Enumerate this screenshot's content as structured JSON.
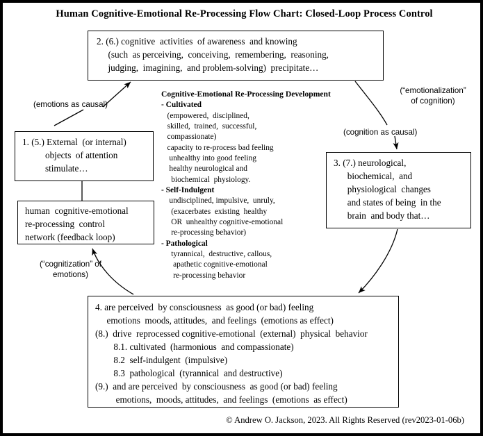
{
  "title": "Human  Cognitive-Emotional  Re-Processing Flow Chart:  Closed-Loop Process Control",
  "nodes": {
    "cognitive_activities": {
      "lines": [
        "2. (6.) cognitive  activities  of awareness  and knowing",
        "     (such  as perceiving,  conceiving,  remembering,  reasoning,",
        "     judging,  imagining,  and problem-solving)  precipitate…"
      ]
    },
    "external_objects": {
      "lines": [
        "1. (5.) External  (or internal)",
        "          objects  of attention",
        "          stimulate…"
      ]
    },
    "feedback_network": {
      "lines": [
        "human  cognitive-emotional",
        "re-processing  control",
        "network (feedback loop)"
      ]
    },
    "neurological_changes": {
      "lines": [
        "3. (7.) neurological,",
        "      biochemical,  and",
        "      physiological  changes",
        "      and states of being  in the",
        "      brain  and body that…"
      ]
    },
    "perceived_by_consciousness": {
      "lines": [
        "4. are perceived  by consciousness  as good (or bad) feeling",
        "     emotions  moods, attitudes,  and feelings  (emotions as effect)",
        "(8.)  drive  reprocessed cognitive-emotional  (external)  physical  behavior",
        "        8.1. cultivated  (harmonious  and compassionate)",
        "        8.2  self-indulgent  (impulsive)",
        "        8.3  pathological  (tyrannical  and destructive)",
        "(9.)  and are perceived  by consciousness  as good (or bad) feeling",
        "         emotions,  moods, attitudes,  and feelings  (emotions  as effect)"
      ]
    }
  },
  "development": {
    "header": "Cognitive-Emotional  Re-Processing Development",
    "categories": [
      {
        "name": "- Cultivated",
        "lines": [
          "   (empowered,  disciplined,",
          "   skilled,  trained,  successful,",
          "   compassionate)",
          "   capacity to re-process bad feeling",
          "    unhealthy into good feeling",
          "    healthy neurological and",
          "     biochemical  physiology."
        ]
      },
      {
        "name": "- Self-Indulgent",
        "lines": [
          "    undisciplined, impulsive,  unruly,",
          "     (exacerbates  existing  healthy",
          "     OR  unhealthy cognitive-emotional",
          "     re-processing behavior)"
        ]
      },
      {
        "name": "- Pathological",
        "lines": [
          "     tyrannical,  destructive, callous,",
          "      apathetic cognitive-emotional",
          "      re-processing behavior"
        ]
      }
    ]
  },
  "labels": {
    "emotions_as_causal": "(emotions as causal)",
    "cognitization_of_emotions": "(“cognitization” of\nemotions)",
    "emotionalization_of_cognition": "(“emotionalization”\nof cognition)",
    "cognition_as_causal": "(cognition as causal)"
  },
  "copyright": "© Andrew O. Jackson, 2023. All Rights Reserved (rev2023-01-06b)",
  "colors": {
    "ink": "#000000",
    "paper": "#ffffff",
    "border": "#000000"
  }
}
